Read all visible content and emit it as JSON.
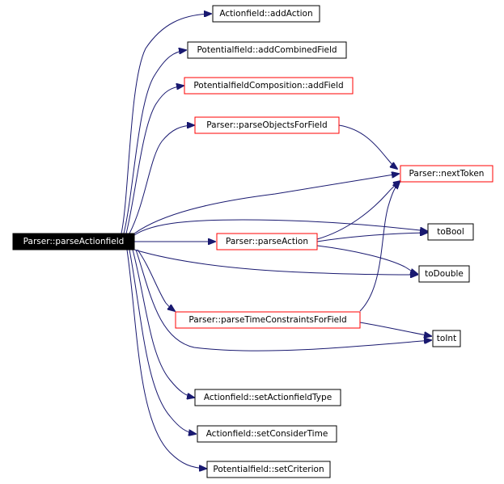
{
  "colors": {
    "edge": "#191970",
    "root_fill": "#000000",
    "documented_border": "#000000",
    "linked_border": "#ff0000"
  },
  "nodes": {
    "root": "Parser::parseActionfield",
    "addAction": "Actionfield::addAction",
    "addCombinedField": "Potentialfield::addCombinedField",
    "addField": "PotentialfieldComposition::addField",
    "parseObjectsForField": "Parser::parseObjectsForField",
    "nextToken": "Parser::nextToken",
    "toBool": "toBool",
    "parseAction": "Parser::parseAction",
    "toDouble": "toDouble",
    "parseTimeConstraintsForField": "Parser::parseTimeConstraintsForField",
    "toInt": "toInt",
    "setActionfieldType": "Actionfield::setActionfieldType",
    "setConsiderTime": "Actionfield::setConsiderTime",
    "setCriterion": "Potentialfield::setCriterion"
  }
}
